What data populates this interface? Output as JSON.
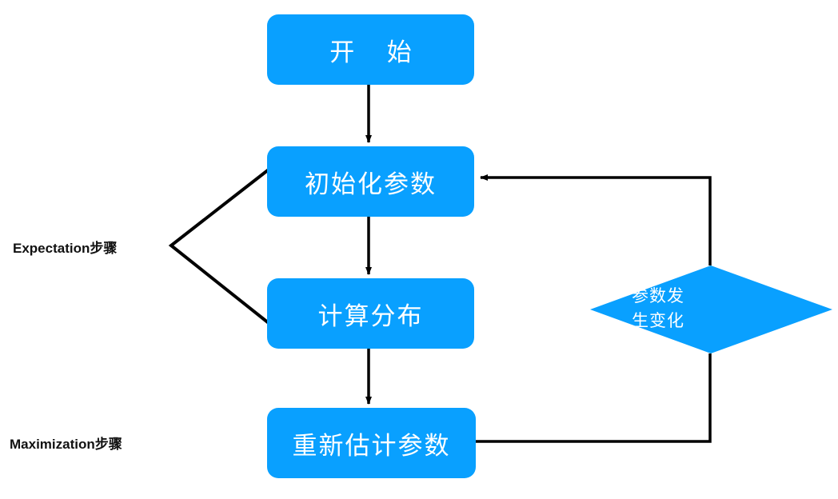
{
  "diagram": {
    "title": "EM algorithm flowchart",
    "colors": {
      "node_fill": "#09A0FF",
      "node_text": "#FFFFFF",
      "connector": "#000000",
      "background": "#FFFFFF",
      "label_text": "#111111"
    },
    "nodes": [
      {
        "id": "start",
        "shape": "rounded-rect",
        "label": "开 始"
      },
      {
        "id": "init",
        "shape": "rounded-rect",
        "label": "初始化参数"
      },
      {
        "id": "calc",
        "shape": "rounded-rect",
        "label": "计算分布"
      },
      {
        "id": "reest",
        "shape": "rounded-rect",
        "label": "重新估计参数"
      },
      {
        "id": "decision",
        "shape": "diamond",
        "label_line1": "参数发",
        "label_line2": "生变化"
      }
    ],
    "side_labels": [
      {
        "id": "expectation",
        "text": "Expectation步骤"
      },
      {
        "id": "maximization",
        "text": "Maximization步骤"
      }
    ],
    "edges": [
      {
        "from": "start",
        "to": "init",
        "arrow": true,
        "direction": "down"
      },
      {
        "from": "init",
        "to": "calc",
        "arrow": true,
        "direction": "down"
      },
      {
        "from": "calc",
        "to": "reest",
        "arrow": true,
        "direction": "down"
      },
      {
        "from": "reest",
        "to": "decision",
        "arrow": false,
        "direction": "right-up"
      },
      {
        "from": "decision",
        "to": "init",
        "arrow": true,
        "direction": "up-left"
      }
    ]
  }
}
